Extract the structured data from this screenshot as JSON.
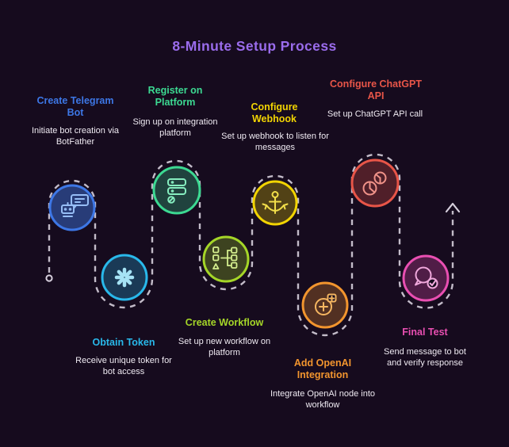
{
  "title": "8-Minute Setup Process",
  "colors": {
    "background": "#160B1E",
    "title": "#9A6CEC",
    "path": "#D6CFDC",
    "description_text": "#EFEAF2"
  },
  "path_markers": {
    "start": "dot",
    "end": "arrow-up"
  },
  "steps": [
    {
      "title": "Create Telegram Bot",
      "description": "Initiate bot creation via BotFather",
      "color": "#3D77E6",
      "icon_color": "#96BDF5",
      "icon": "robot-chat-icon"
    },
    {
      "title": "Obtain Token",
      "description": "Receive unique token for bot access",
      "color": "#29B8EA",
      "icon_color": "#A5E3F5",
      "icon": "token-burst-icon"
    },
    {
      "title": "Register on Platform",
      "description": "Sign up on integration platform",
      "color": "#3CD992",
      "icon_color": "#86EDBF",
      "icon": "server-stack-icon"
    },
    {
      "title": "Create Workflow",
      "description": "Set up new workflow on platform",
      "color": "#A5D628",
      "icon_color": "#D4EE8E",
      "icon": "workflow-nodes-icon"
    },
    {
      "title": "Configure Webhook",
      "description": "Set up webhook to listen for messages",
      "color": "#F2D402",
      "icon_color": "#F2DE4A",
      "icon": "anchor-icon"
    },
    {
      "title": "Add OpenAI Integration",
      "description": "Integrate OpenAI node into workflow",
      "color": "#F2952E",
      "icon_color": "#F5B661",
      "icon": "add-node-icon"
    },
    {
      "title": "Configure ChatGPT API",
      "description": "Set up ChatGPT API call",
      "color": "#E85548",
      "icon_color": "#F09288",
      "icon": "pie-api-icon"
    },
    {
      "title": "Final Test",
      "description": "Send message to bot and verify response",
      "color": "#E94FB2",
      "icon_color": "#F0A8DC",
      "icon": "chat-check-icon"
    }
  ]
}
